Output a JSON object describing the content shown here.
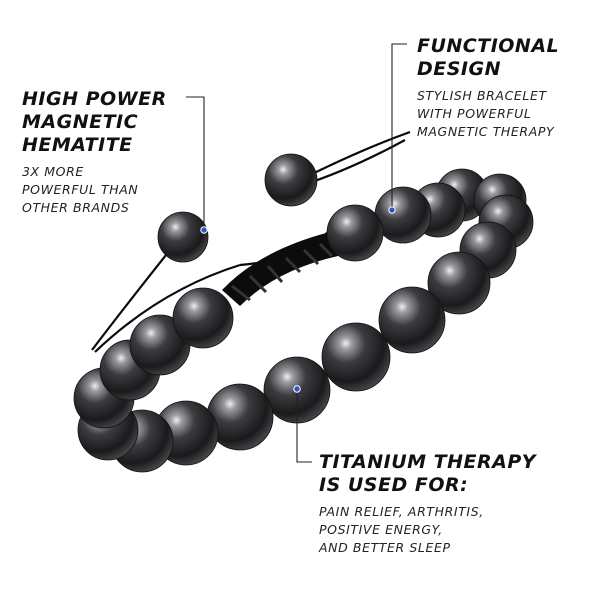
{
  "callouts": {
    "left": {
      "heading": [
        "HIGH POWER",
        "MAGNETIC",
        "HEMATITE"
      ],
      "body": [
        "3X MORE",
        "POWERFUL THAN",
        "OTHER BRANDS"
      ]
    },
    "top_right": {
      "heading": [
        "FUNCTIONAL",
        "DESIGN"
      ],
      "body": [
        "STYLISH BRACELET",
        "WITH POWERFUL",
        "MAGNETIC THERAPY"
      ]
    },
    "bottom_right": {
      "heading": [
        "TITANIUM THERAPY",
        "IS USED FOR:"
      ],
      "body": [
        "PAIN RELIEF, ARTHRITIS,",
        "POSITIVE ENERGY,",
        "AND BETTER SLEEP"
      ]
    }
  },
  "colors": {
    "background": "#ffffff",
    "text": "#111111",
    "bead_dark": "#1c1c1e",
    "bead_mid": "#5a5a5e",
    "bead_highlight": "#e8e8ec",
    "cord": "#0a0a0a",
    "marker": "#2b57c8"
  }
}
